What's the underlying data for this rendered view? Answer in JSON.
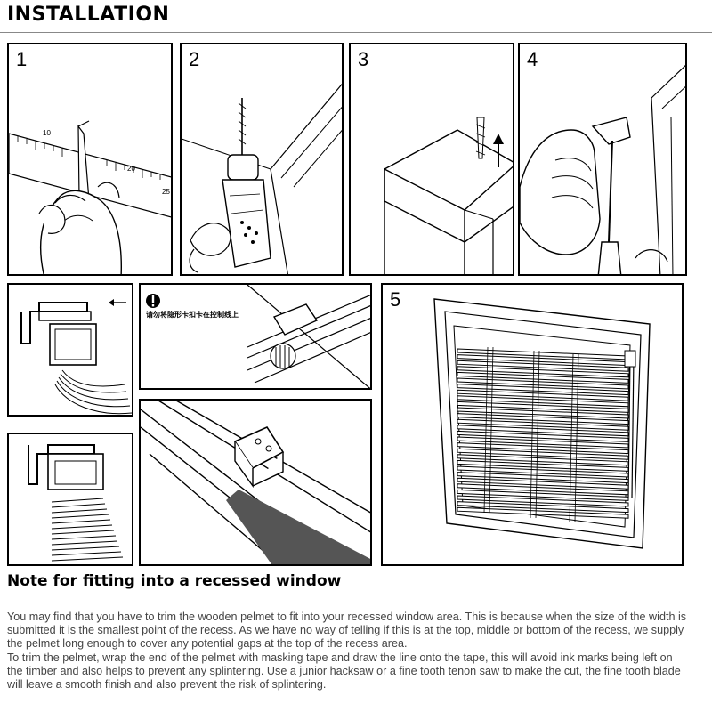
{
  "header": {
    "title": "INSTALLATION"
  },
  "steps": [
    {
      "number": "1"
    },
    {
      "number": "2"
    },
    {
      "number": "3"
    },
    {
      "number": "4"
    },
    {
      "number": "5"
    }
  ],
  "ruler_marks": [
    "10",
    "20",
    "25"
  ],
  "warning": {
    "icon": "warning-circle-icon",
    "caption": "请勿将隐形卡扣卡在控制线上"
  },
  "note": {
    "title": "Note for fitting into a recessed window",
    "paragraphs": [
      "You may find that you have to trim the wooden pelmet to fit into your recessed window area.  This is because when the size of the width is submitted it is the smallest point of the recess. As we have no way of telling if this is at the top, middle or bottom of the recess, we supply the pelmet long enough to cover any potential gaps at the top of the recess area.",
      "To trim the pelmet, wrap the end of the pelmet with masking tape and draw the line onto the tape, this will avoid ink marks being left on the timber and also helps to prevent any splintering. Use a junior hacksaw or a fine tooth tenon saw to make the cut, the fine tooth blade will leave a smooth finish and also prevent the risk of splintering."
    ]
  }
}
